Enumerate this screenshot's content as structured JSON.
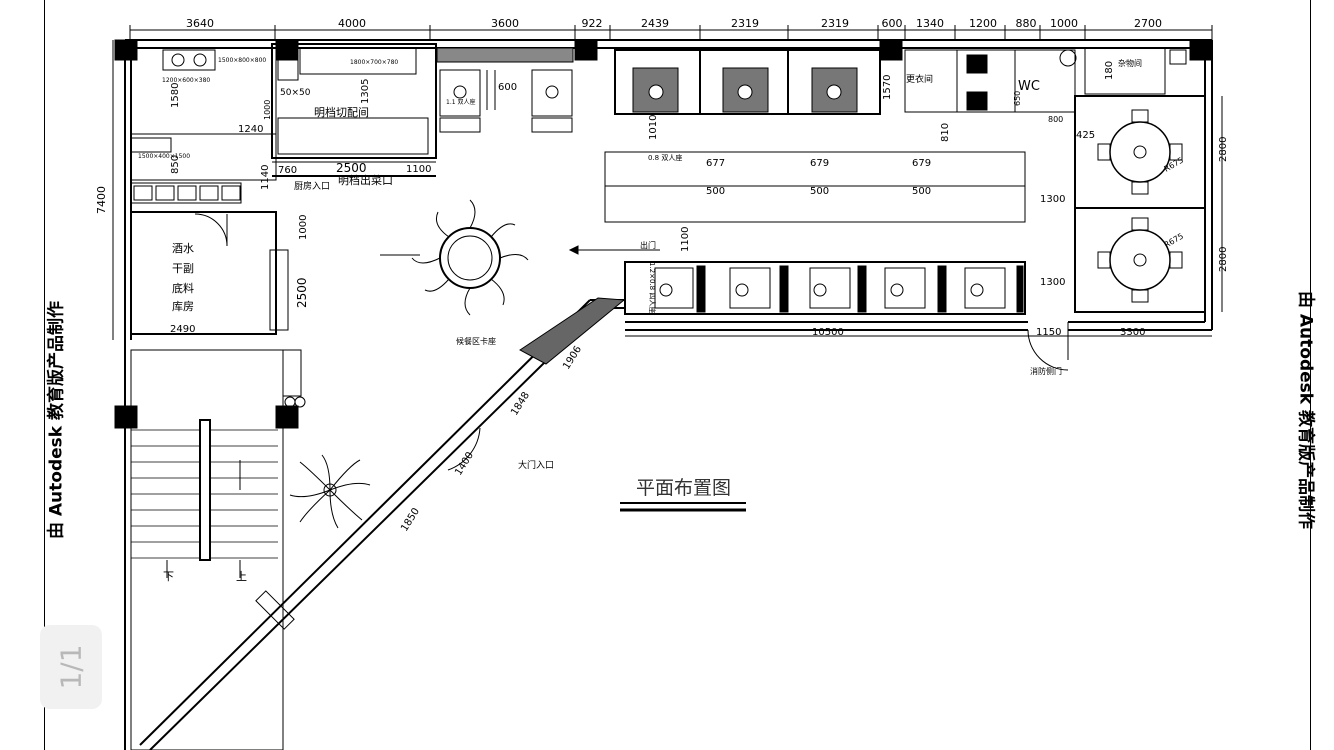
{
  "viewer": {
    "page_indicator": "1/1",
    "watermark_left": "由 Autodesk 教育版产品制作",
    "watermark_right": "由 Autodesk 教育版产品制作"
  },
  "drawing": {
    "title": "平面布置图",
    "top_dims": [
      "3640",
      "4000",
      "3600",
      "922",
      "2439",
      "2319",
      "2319",
      "600",
      "1340",
      "1200",
      "880",
      "1000",
      "2700"
    ],
    "left_dim": "7400",
    "rooms": {
      "storage_1": "酒水",
      "storage_2": "干副",
      "storage_3": "底料",
      "storage_4": "库房",
      "cutting_room": "明档切配间",
      "pass_window": "明档出菜口",
      "kitchen_entry": "厨房入口",
      "changing_room": "更衣间",
      "utility_room": "杂物间",
      "wc": "WC",
      "exit": "出门",
      "main_entrance": "大门入口",
      "waiting_area": "候餐区卡座",
      "fire_door": "消防侧门",
      "stair_down": "下",
      "stair_up": "上"
    },
    "inner_dims": {
      "d1240": "1240",
      "d760": "760",
      "d2500": "2500",
      "d1100": "1100",
      "d1140": "1140",
      "d1000": "1000",
      "d2500v": "2500",
      "d2490": "2490",
      "d1580": "1580",
      "d850": "850",
      "d1305": "1305",
      "d600": "600",
      "d1010": "1010",
      "d677": "677",
      "d679a": "679",
      "d679b": "679",
      "d500a": "500",
      "d500b": "500",
      "d500c": "500",
      "d1100b": "1100",
      "d1300a": "1300",
      "d1300b": "1300",
      "d10500": "10500",
      "d1150": "1150",
      "d3300": "3300",
      "d2800a": "2800",
      "d2800b": "2800",
      "d1570": "1570",
      "d810": "810",
      "d650": "650",
      "d800": "800",
      "d425": "425",
      "d180": "180",
      "r675a": "R675",
      "r675b": "R675",
      "d1906": "1906",
      "d1848": "1848",
      "d1400": "1400",
      "d1850": "1850",
      "d1000b": "1000"
    },
    "equipment_labels": {
      "e1": "1500×800×800",
      "e2": "1200×600×380",
      "e3": "1800×700×780",
      "e4": "50×50",
      "e5": "1500×400×1500",
      "e6": "1.1 双人座",
      "e7": "0.8 双人座",
      "e8": "1.2×0.8 四人座"
    }
  }
}
